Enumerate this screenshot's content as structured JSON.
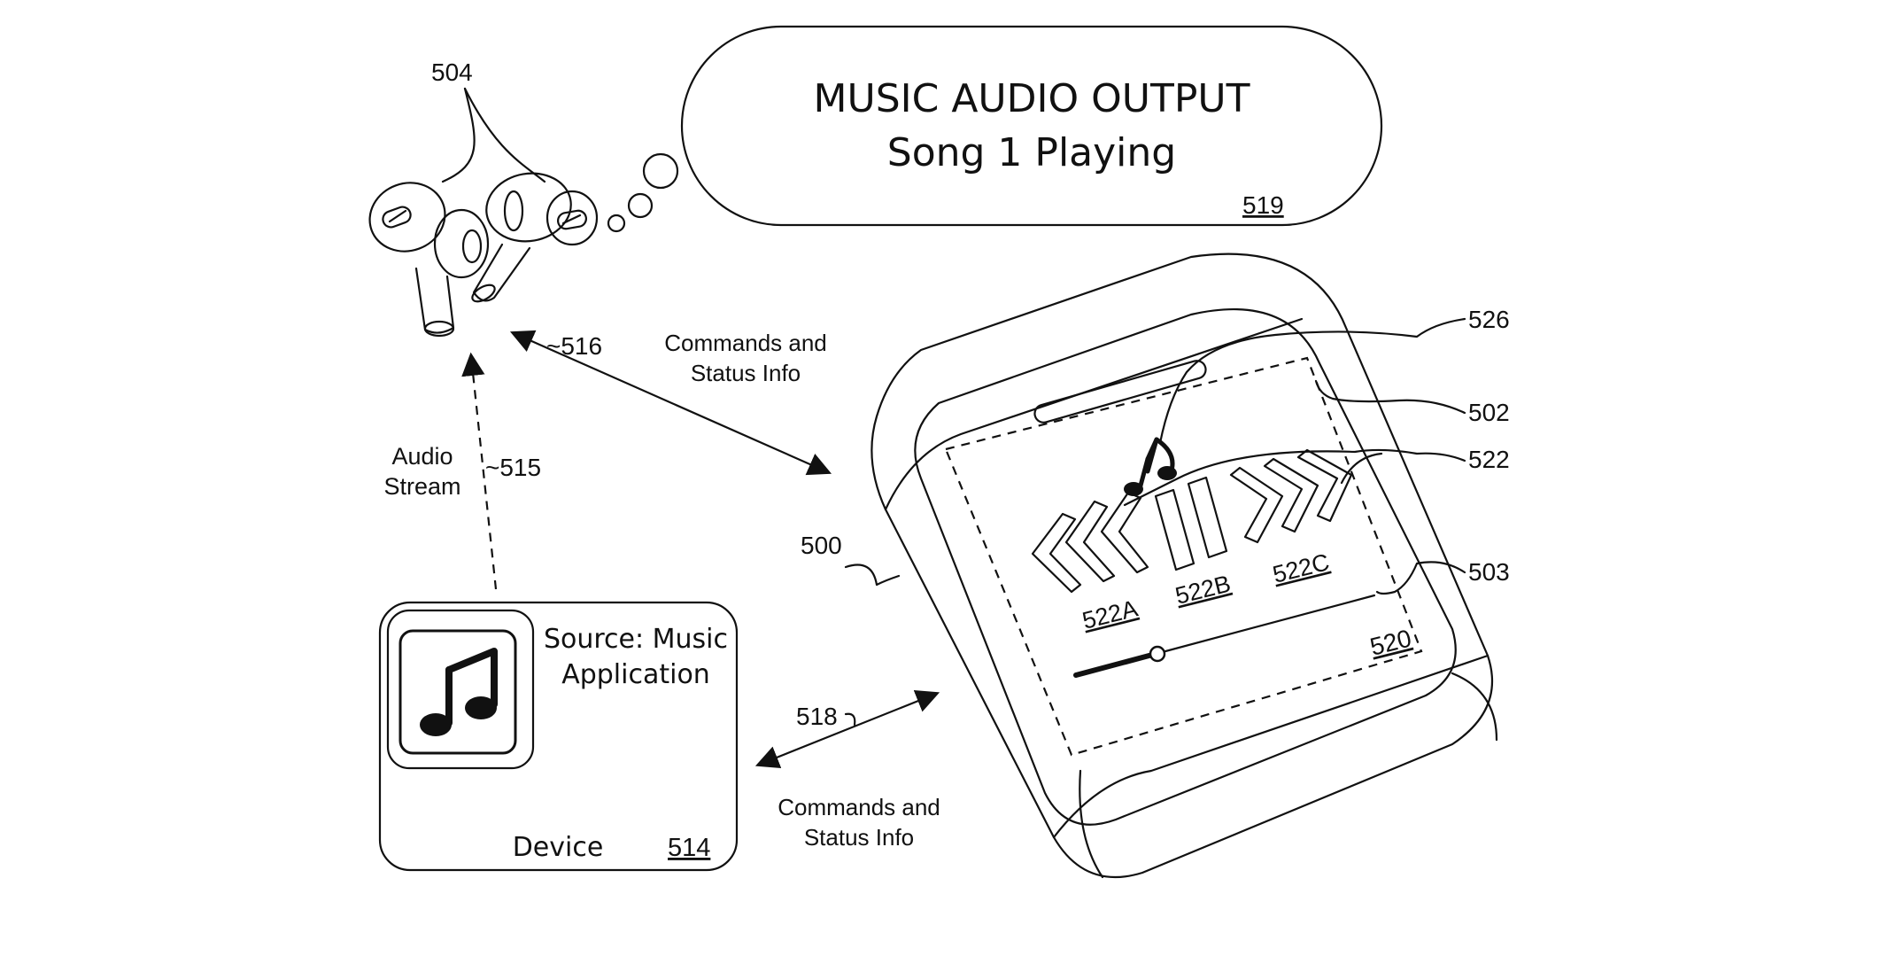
{
  "bubble": {
    "title": "MUSIC AUDIO OUTPUT",
    "subtitle": "Song 1 Playing",
    "ref": "519"
  },
  "earbuds": {
    "ref": "504"
  },
  "links": {
    "audio_stream": {
      "line1": "Audio",
      "line2": "Stream",
      "ref": "~515"
    },
    "commands_top": {
      "line1": "Commands and",
      "line2": "Status Info",
      "ref": "~516"
    },
    "commands_bottom": {
      "line1": "Commands and",
      "line2": "Status Info",
      "ref": "518"
    }
  },
  "device": {
    "source_line1": "Source: Music",
    "source_line2": "Application",
    "label": "Device",
    "ref": "514",
    "icon": "music-app-icon"
  },
  "case": {
    "ref_case": "500",
    "ref_lid": "502",
    "ref_display": "503",
    "ref_controls": "522",
    "ref_antenna": "526",
    "ref_screen": "520",
    "controls": [
      {
        "ref": "522A",
        "icon": "rewind-icon"
      },
      {
        "ref": "522B",
        "icon": "pause-icon"
      },
      {
        "ref": "522C",
        "icon": "fast-forward-icon"
      }
    ],
    "note_icon": "music-note-icon"
  }
}
